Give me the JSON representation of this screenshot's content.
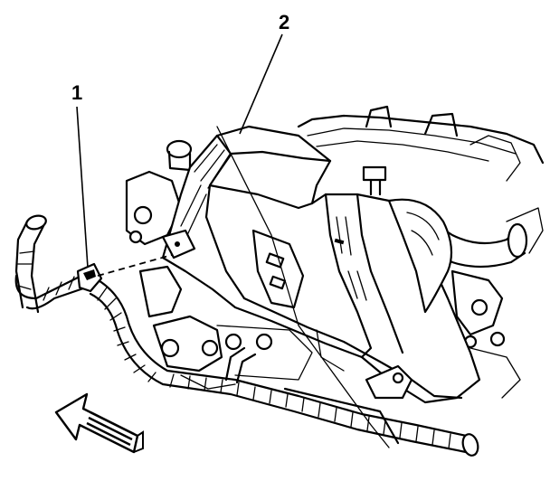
{
  "diagram": {
    "callouts": [
      {
        "number": "1",
        "part": "wiring-harness-clip"
      },
      {
        "number": "2",
        "part": "engine-cover-housing"
      }
    ],
    "direction_arrow": {
      "meaning": "front-of-vehicle",
      "style": "outlined-striped"
    },
    "icons": [
      "direction-arrow-icon"
    ]
  }
}
